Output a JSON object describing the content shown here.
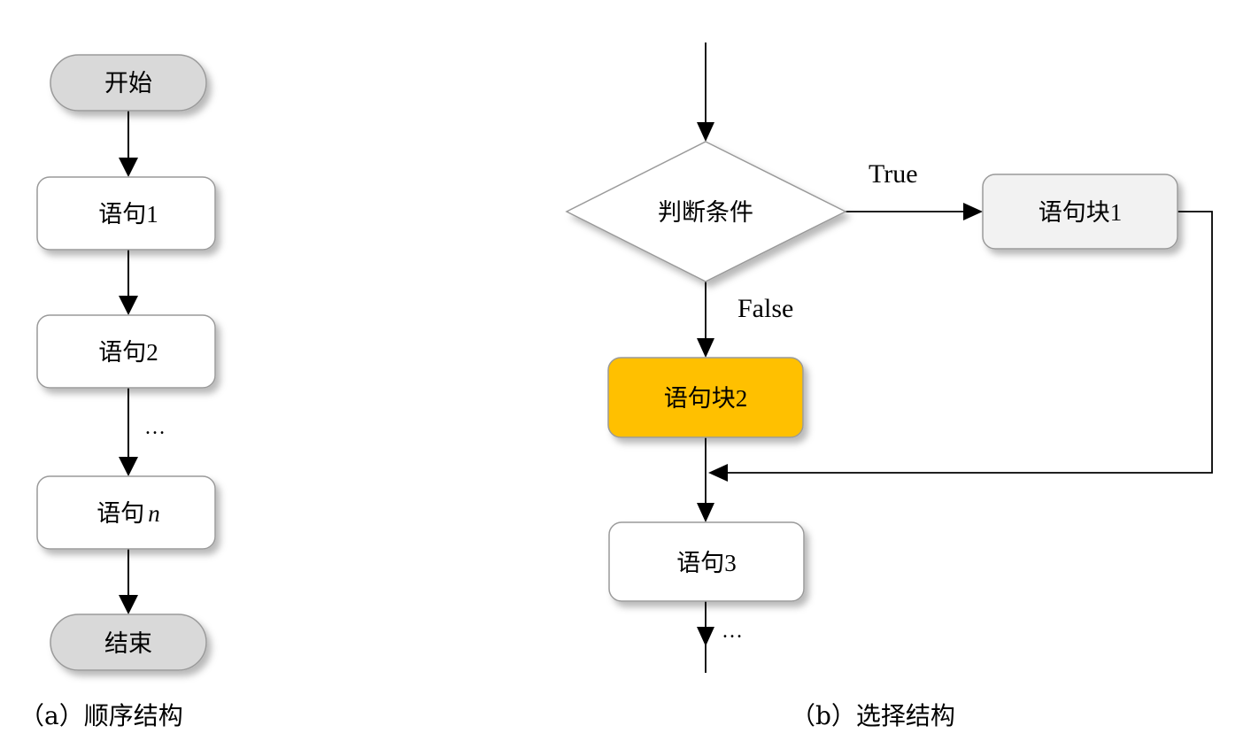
{
  "sequence": {
    "start": "开始",
    "stmt1_word": "语句",
    "stmt1_num": "1",
    "stmt2_word": "语句",
    "stmt2_num": "2",
    "ellipsis": "…",
    "stmtn_word": "语句",
    "stmtn_var": "n",
    "end": "结束",
    "caption": "（a）顺序结构"
  },
  "selection": {
    "condition": "判断条件",
    "true_label": "True",
    "false_label": "False",
    "block1_word": "语句块",
    "block1_num": "1",
    "block2_word": "语句块",
    "block2_num": "2",
    "stmt3_word": "语句",
    "stmt3_num": "3",
    "ellipsis": "…",
    "caption": "（b）选择结构"
  },
  "colors": {
    "terminal_fill": "#d9d9d9",
    "box_fill": "#ffffff",
    "block1_fill": "#f2f2f2",
    "highlight_fill": "#ffc000",
    "stroke": "#9a9a9a",
    "line": "#000000"
  }
}
